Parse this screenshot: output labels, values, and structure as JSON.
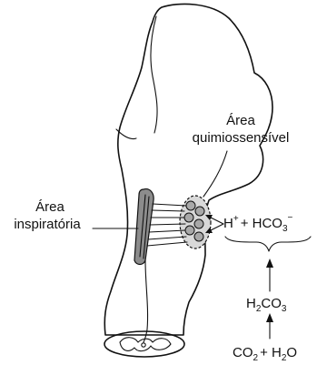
{
  "labels": {
    "chemosensitive_line1": "Área",
    "chemosensitive_line2": "quimiossensível",
    "inspiratory_line1": "Área",
    "inspiratory_line2": "inspiratória"
  },
  "equations": {
    "ions": {
      "h": "H",
      "h_charge": "+",
      "plus": "+ HCO",
      "hco3_sub": "3",
      "hco3_charge": "−"
    },
    "carbonic_acid": {
      "h": "H",
      "h_sub": "2",
      "co": "CO",
      "o_sub": "3"
    },
    "reactants": {
      "co": "CO",
      "co_sub": "2",
      "plus_h": "+ H",
      "h_sub": "2",
      "o": "O"
    }
  },
  "colors": {
    "ink": "#111111",
    "inspiratory_fill": "#8c8c8c",
    "receptor_fill": "#a8a8a8",
    "chemo_zone_fill": "#d8d8d8"
  }
}
